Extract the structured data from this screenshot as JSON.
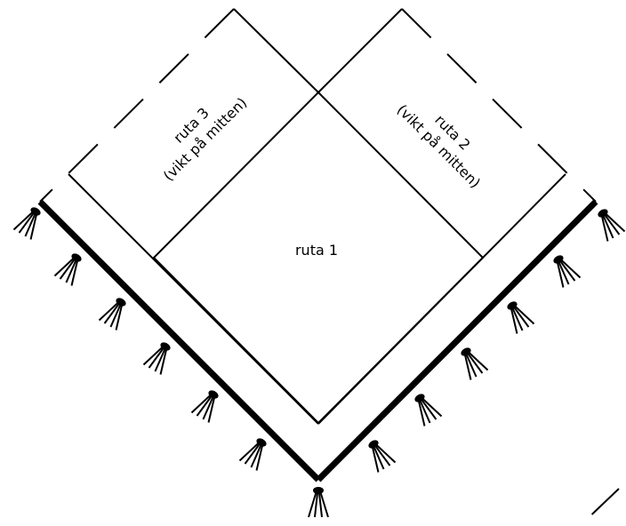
{
  "diagram": {
    "labels": {
      "ruta1": "ruta 1",
      "ruta2_line1": "ruta 2",
      "ruta2_line2": "(vikt på mitten)",
      "ruta3_line1": "ruta 3",
      "ruta3_line2": "(vikt på mitten)"
    },
    "colors": {
      "line": "#000000",
      "background": "#ffffff"
    },
    "fringe_count_per_edge": 7
  }
}
